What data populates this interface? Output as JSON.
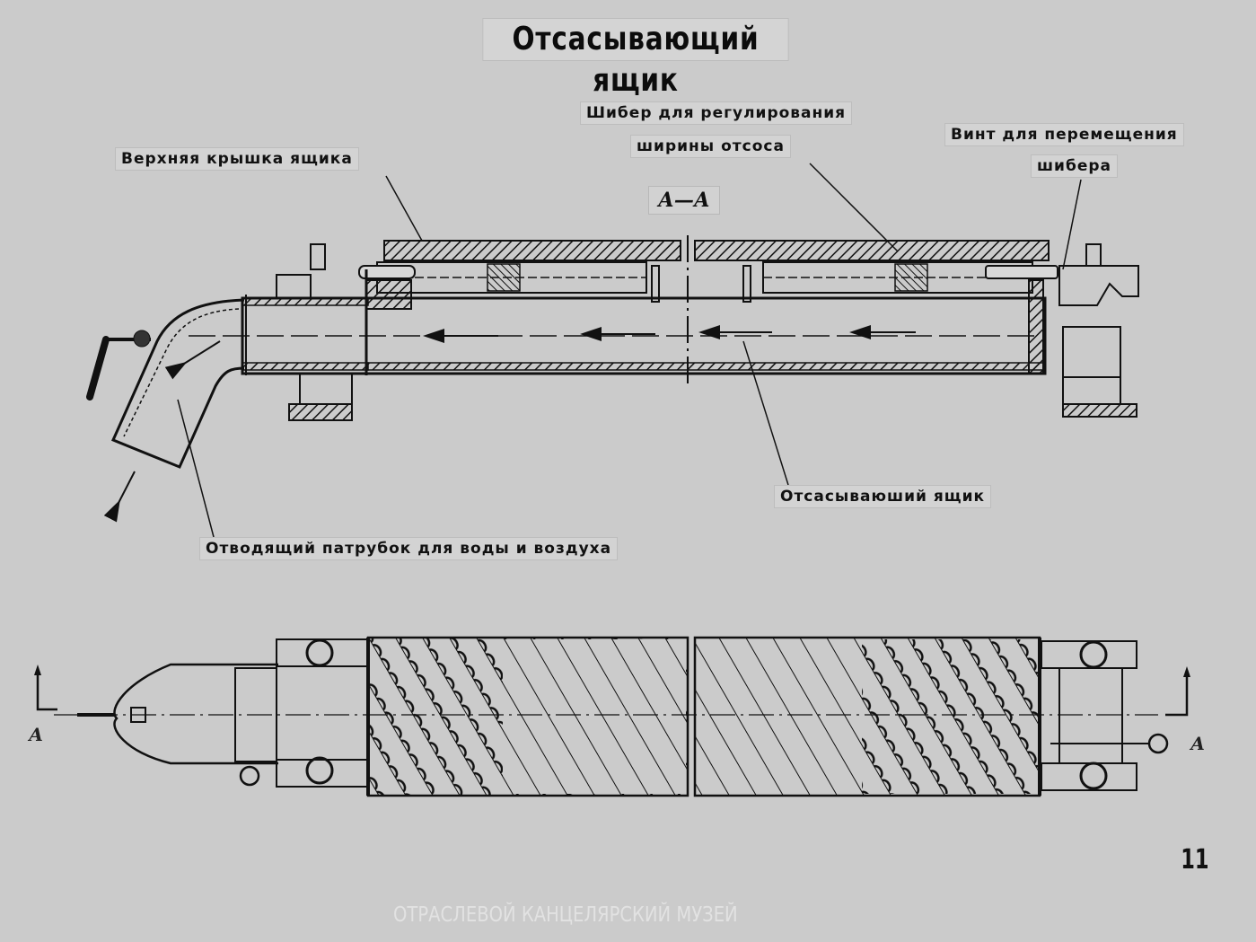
{
  "title": "Отсасывающий ящик",
  "section_label": "А—А",
  "labels": {
    "top_lid": "Верхняя крышка ящика",
    "gate_line1": "Шибер для регулирования",
    "gate_line2": "ширины отсоса",
    "screw_line1": "Винт для перемещения",
    "screw_line2": "шибера",
    "suction_box": "Отсасываюший ящик",
    "outlet": "Отводящий патрубок для воды и воздуха"
  },
  "section_marks": {
    "left": "А",
    "right": "А"
  },
  "page_number": "11",
  "watermark": "ОТРАСЛЕВОЙ КАНЦЕЛЯРСКИЙ МУЗЕЙ",
  "colors": {
    "background": "#cbcbcb",
    "ink": "#111111"
  }
}
